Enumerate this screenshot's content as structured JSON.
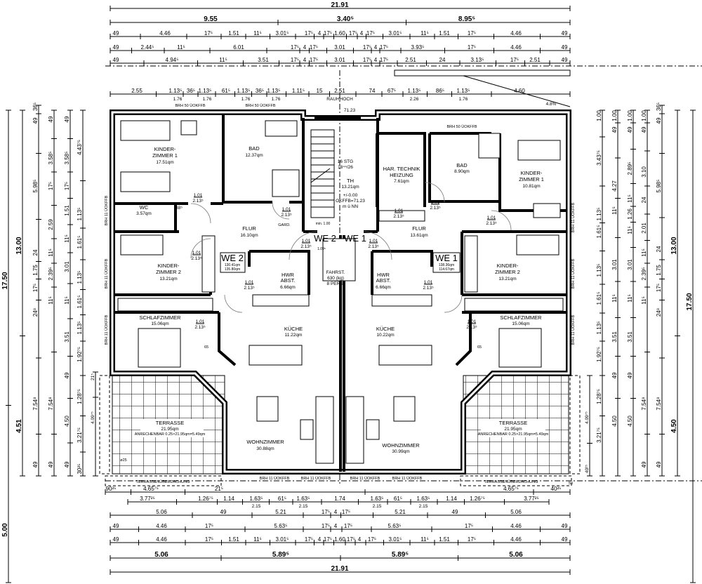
{
  "dimensions": {
    "top": [
      [
        "21.91"
      ],
      [
        "9.55",
        "3.40⁵",
        "8.95⁵"
      ],
      [
        "49",
        "4.46",
        "17⁵",
        "1.51",
        "11⁵",
        "3.01⁵",
        "17⁵",
        "4",
        "17⁵",
        "1.60",
        "17⁵",
        "4",
        "17⁵",
        "3.01⁵",
        "11⁵",
        "1.51",
        "17⁵",
        "4.46",
        "49"
      ],
      [
        "49",
        "2.44⁵",
        "11⁵",
        "6.01",
        "17⁵",
        "4",
        "17⁵",
        "3.01",
        "17⁵",
        "4",
        "17⁵",
        "3.93⁵",
        "17⁵",
        "4.46",
        "49"
      ],
      [
        "49",
        "4.94⁵",
        "11⁵",
        "3.51",
        "17⁵",
        "4",
        "17⁵",
        "3.01",
        "17⁵",
        "4",
        "17⁵",
        "2.51",
        "24",
        "3.13⁵",
        "17⁵",
        "2.51",
        "49"
      ],
      [
        "2.55",
        "1.13⁵",
        "36⁵",
        "1.13⁵",
        "61⁵",
        "1.13⁵",
        "36⁵",
        "1.13⁵",
        "1.11⁵",
        "15",
        "2.51",
        "74",
        "67⁵",
        "1.13⁵",
        "86⁵",
        "1.13⁵",
        "4.60"
      ],
      [
        "1.76",
        "1.76",
        "1.76",
        "1.76",
        "RAUHHOCH",
        "2.26",
        "1.76"
      ]
    ],
    "bottom": [
      [
        "90²⁵",
        "4.65⁷⁵",
        "21⁵",
        "4.65⁷⁵",
        "40²⁵"
      ],
      [
        "3.77²⁵",
        "1.26⁷⁵",
        "1.14",
        "1.63⁵",
        "61⁵",
        "1.63⁵",
        "1.74",
        "1.63⁵",
        "61⁵",
        "1.63⁵",
        "1.14",
        "1.26⁷⁵",
        "3.77²⁵"
      ],
      [
        "2.15",
        "2.15",
        "2.15",
        "2.15"
      ],
      [
        "5.06",
        "49",
        "5.21",
        "17⁵",
        "4",
        "17⁵",
        "5.21",
        "49",
        "5.06"
      ],
      [
        "49",
        "4.46",
        "17⁵",
        "5.63⁵",
        "17⁵",
        "4",
        "17⁵",
        "5.63⁵",
        "17⁵",
        "4.46",
        "49"
      ],
      [
        "49",
        "4.46",
        "17⁵",
        "1.51",
        "11⁵",
        "3.01⁵",
        "17⁵",
        "4",
        "17⁵",
        "1.60",
        "17⁵",
        "4",
        "17⁵",
        "3.01⁵",
        "11⁵",
        "1.51",
        "17⁵",
        "4.46",
        "49"
      ],
      [
        "5.06",
        "5.89⁵",
        "5.89⁵",
        "5.06"
      ],
      [
        "21.91"
      ]
    ],
    "left": [
      [
        "17.50",
        "5.00"
      ],
      [
        "13.00",
        "4.51"
      ],
      [
        "36⁵",
        "49",
        "5.98⁵",
        "24",
        "1.75",
        "17⁵",
        "24⁸",
        "7.54⁸",
        "49"
      ],
      [
        "49",
        "3.58⁵",
        "17⁵",
        "2.59",
        "11⁵",
        "2.39⁵",
        "11⁵",
        "7.54⁸",
        "49"
      ],
      [
        "49",
        "3.58⁵",
        "17⁵",
        "1.51",
        "11⁵",
        "3.01",
        "11⁵",
        "3.51",
        "49",
        "4.50",
        "49"
      ],
      [
        "4.43⁷⁵",
        "1.13⁵",
        "1.61⁵",
        "1.13⁵",
        "1.61⁵",
        "1.13⁵",
        "1.92⁷⁵",
        "1.28⁷⁵",
        "3.21⁷⁵",
        "30²⁵"
      ],
      [
        "21⁵",
        "4.09⁷⁵"
      ]
    ],
    "right": [
      [
        "1.00",
        "3.43⁷⁵",
        "1.13⁵",
        "1.61⁵",
        "1.13⁵",
        "1.61⁵",
        "1.13⁵",
        "1.92⁷⁵",
        "1.28⁷⁵",
        "3.21⁷⁵"
      ],
      [
        "1.00",
        "49",
        "4.27",
        "11⁵",
        "3.01",
        "11⁵",
        "3.51",
        "49",
        "4.50"
      ],
      [
        "1.00",
        "49",
        "2.89⁵",
        "11⁵",
        "1.26",
        "11⁵",
        "3.01",
        "11⁵",
        "3.51",
        "49",
        "4.50"
      ],
      [
        "1.00",
        "49",
        "3.10",
        "24",
        "2.01",
        "11⁵",
        "2.39⁵",
        "11⁵",
        "7.54⁸",
        "49"
      ],
      [
        "36⁵",
        "49",
        "5.98⁵",
        "24",
        "1.75",
        "17⁵",
        "24⁸",
        "7.54⁸",
        "49"
      ],
      [
        "13.00",
        "4.50"
      ],
      [
        "17.50"
      ],
      [
        "4.09⁷⁵",
        "40²⁵"
      ]
    ]
  },
  "units": {
    "we2": {
      "label": "WE 2",
      "area1": "130.41qm",
      "area2": "135.80qm",
      "rooms": {
        "kinder1": {
          "name1": "KINDER-",
          "name2": "ZIMMER 1",
          "area": "17.51qm"
        },
        "bad": {
          "name": "BAD",
          "area": "12.37qm"
        },
        "wc": {
          "name": "WC",
          "area": "3.57qm"
        },
        "kinder2": {
          "name1": "KINDER-",
          "name2": "ZIMMER 2",
          "area": "13.21qm"
        },
        "flur": {
          "name": "FLUR",
          "area": "16.10qm"
        },
        "hwr": {
          "name1": "HWR",
          "name2": "ABST.",
          "area": "6.66qm"
        },
        "schlaf": {
          "name": "SCHLAFZIMMER",
          "area": "15.06qm"
        },
        "kueche": {
          "name": "KÜCHE",
          "area": "11.22qm"
        },
        "wohn": {
          "name": "WOHNZIMMER",
          "area": "30.88qm"
        },
        "terrasse": {
          "name": "TERRASSE",
          "area": "21.95qm",
          "note": "ANRECHENBAR 0.25×21.95qm=5.49qm"
        },
        "roof": "TERRASSENÜBERDACHUNG"
      }
    },
    "we1": {
      "label": "WE 1",
      "area1": "138.36qm",
      "area2": "114.67qm",
      "rooms": {
        "technik": {
          "name1": "HAR. TECHNIK",
          "name2": "HEIZUNG",
          "area": "7.61qm"
        },
        "bad": {
          "name": "BAD",
          "area": "8.90qm"
        },
        "kinder1": {
          "name1": "KINDER-",
          "name2": "ZIMMER 1",
          "area": "10.81qm"
        },
        "flur": {
          "name": "FLUR",
          "area": "13.61qm"
        },
        "hwr": {
          "name1": "HWR",
          "name2": "ABST.",
          "area": "6.66qm"
        },
        "kinder2": {
          "name1": "KINDER-",
          "name2": "ZIMMER 2",
          "area": "13.21qm"
        },
        "kueche": {
          "name": "KÜCHE",
          "area": "10.22qm"
        },
        "schlaf": {
          "name": "SCHLAFZIMMER",
          "area": "15.06qm"
        },
        "wohn": {
          "name": "WOHNZIMMER",
          "area": "30.99qm"
        },
        "terrasse": {
          "name": "TERRASSE",
          "area": "21.95qm",
          "note": "ANRECHENBAR 0.25×21.95qm=5.49qm"
        },
        "roof": "TERRASSENÜBERDACHUNG"
      }
    }
  },
  "core": {
    "stairs1": "16 STG",
    "stairs2": "18⁴⁴/26",
    "th": "TH",
    "th_area": "13.21qm",
    "level1": "+/-0.00",
    "level2": "OKFFB=71.23",
    "level3": "m ü NN",
    "lift1": "FAHRST.",
    "lift2": "630 (kg)",
    "lift3": "8 PERS.",
    "top_level": "71.23",
    "stair_min": "min. 1.00",
    "stair_w": "1.09⁵"
  },
  "annotations": {
    "door_w": "1.01",
    "door_h": "2.13⁵",
    "door_wc_w": "88⁵",
    "brh50": "BRH 50 ÜOKFFB",
    "brh11": "BRH 11 ÜOKFFB",
    "slope": "4.8%",
    "garderobe": "GARD.",
    "dim65": "65",
    "sockel": "ø25",
    "dim50": "50"
  }
}
